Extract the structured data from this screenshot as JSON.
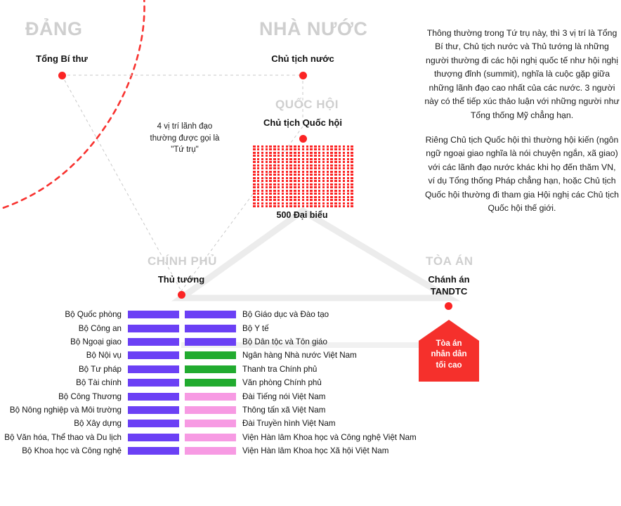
{
  "branches": {
    "party": {
      "title": "ĐẢNG",
      "role": "Tổng Bí thư"
    },
    "state": {
      "title": "NHÀ NƯỚC",
      "role": "Chủ tịch nước"
    },
    "assembly": {
      "title": "QUỐC HỘI",
      "role": "Chủ tịch Quốc hội",
      "caption": "500 Đại biểu",
      "delegate_count": 500,
      "grid_columns": 25,
      "grid_rows": 20
    },
    "government": {
      "title": "CHÍNH PHỦ",
      "role": "Thủ tướng"
    },
    "court": {
      "title": "TÒA ÁN",
      "role": "Chánh án\nTANDTC",
      "shape_label": "Tòa án\nnhân dân\ntối cao"
    }
  },
  "annotation": {
    "quad_note": "4 vị trí lãnh đạo\nthường được gọi là\n\"Tứ trụ\""
  },
  "side_panel": {
    "paragraph_1": "Thông thường trong Tứ trụ này, thì 3 vị trí là Tổng Bí thư, Chủ tịch nước và Thủ tướng là những người thường đi các hội nghị quốc tế như hội nghị thượng đỉnh (summit), nghĩa là cuộc gặp giữa những lãnh đạo cao nhất của các nước. 3 người này có thể tiếp xúc thảo luận với những người như Tổng thống Mỹ chẳng hạn.",
    "paragraph_2": "Riêng Chủ tịch Quốc hội thì thường hội kiến (ngôn ngữ ngoại giao nghĩa là nói chuyện ngắn, xã giao) với các lãnh đạo nước khác khi họ đến thăm VN, ví dụ Tổng thống Pháp chẳng hạn, hoặc Chủ tịch Quốc hội thường đi tham gia Hội nghị các Chủ tịch Quốc hội thế giới."
  },
  "colors": {
    "red": "#fb2424",
    "court_red": "#f5302c",
    "ministry_purple": "#6b40f5",
    "agency_green": "#21ab2f",
    "media_pink": "#f79ae3",
    "branch_title_gray": "#cfcfcf",
    "connector_gray": "#ececec",
    "dashed_gray": "#c9c9c9"
  },
  "ministries": [
    {
      "left": "Bộ Quốc phòng",
      "left_color": "#6b40f5",
      "right": "Bộ Giáo dục và Đào tạo",
      "right_color": "#6b40f5"
    },
    {
      "left": "Bộ Công an",
      "left_color": "#6b40f5",
      "right": "Bộ Y tế",
      "right_color": "#6b40f5"
    },
    {
      "left": "Bộ Ngoại giao",
      "left_color": "#6b40f5",
      "right": "Bộ Dân tộc và Tôn giáo",
      "right_color": "#6b40f5"
    },
    {
      "left": "Bộ Nội vụ",
      "left_color": "#6b40f5",
      "right": "Ngân hàng Nhà nước Việt Nam",
      "right_color": "#21ab2f"
    },
    {
      "left": "Bộ Tư pháp",
      "left_color": "#6b40f5",
      "right": "Thanh tra Chính phủ",
      "right_color": "#21ab2f"
    },
    {
      "left": "Bộ Tài chính",
      "left_color": "#6b40f5",
      "right": "Văn phòng Chính phủ",
      "right_color": "#21ab2f"
    },
    {
      "left": "Bộ Công Thương",
      "left_color": "#6b40f5",
      "right": "Đài Tiếng nói Việt Nam",
      "right_color": "#f79ae3"
    },
    {
      "left": "Bộ Nông nghiệp và Môi trường",
      "left_color": "#6b40f5",
      "right": "Thông tấn xã Việt Nam",
      "right_color": "#f79ae3"
    },
    {
      "left": "Bộ Xây dựng",
      "left_color": "#6b40f5",
      "right": "Đài Truyền hình Việt Nam",
      "right_color": "#f79ae3"
    },
    {
      "left": "Bộ Văn hóa, Thể thao và Du lịch",
      "left_color": "#6b40f5",
      "right": "Viện Hàn lâm Khoa học và Công nghệ Việt Nam",
      "right_color": "#f79ae3"
    },
    {
      "left": "Bộ Khoa học và Công nghệ",
      "left_color": "#6b40f5",
      "right": "Viện Hàn lâm Khoa học Xã hội Việt Nam",
      "right_color": "#f79ae3"
    }
  ]
}
